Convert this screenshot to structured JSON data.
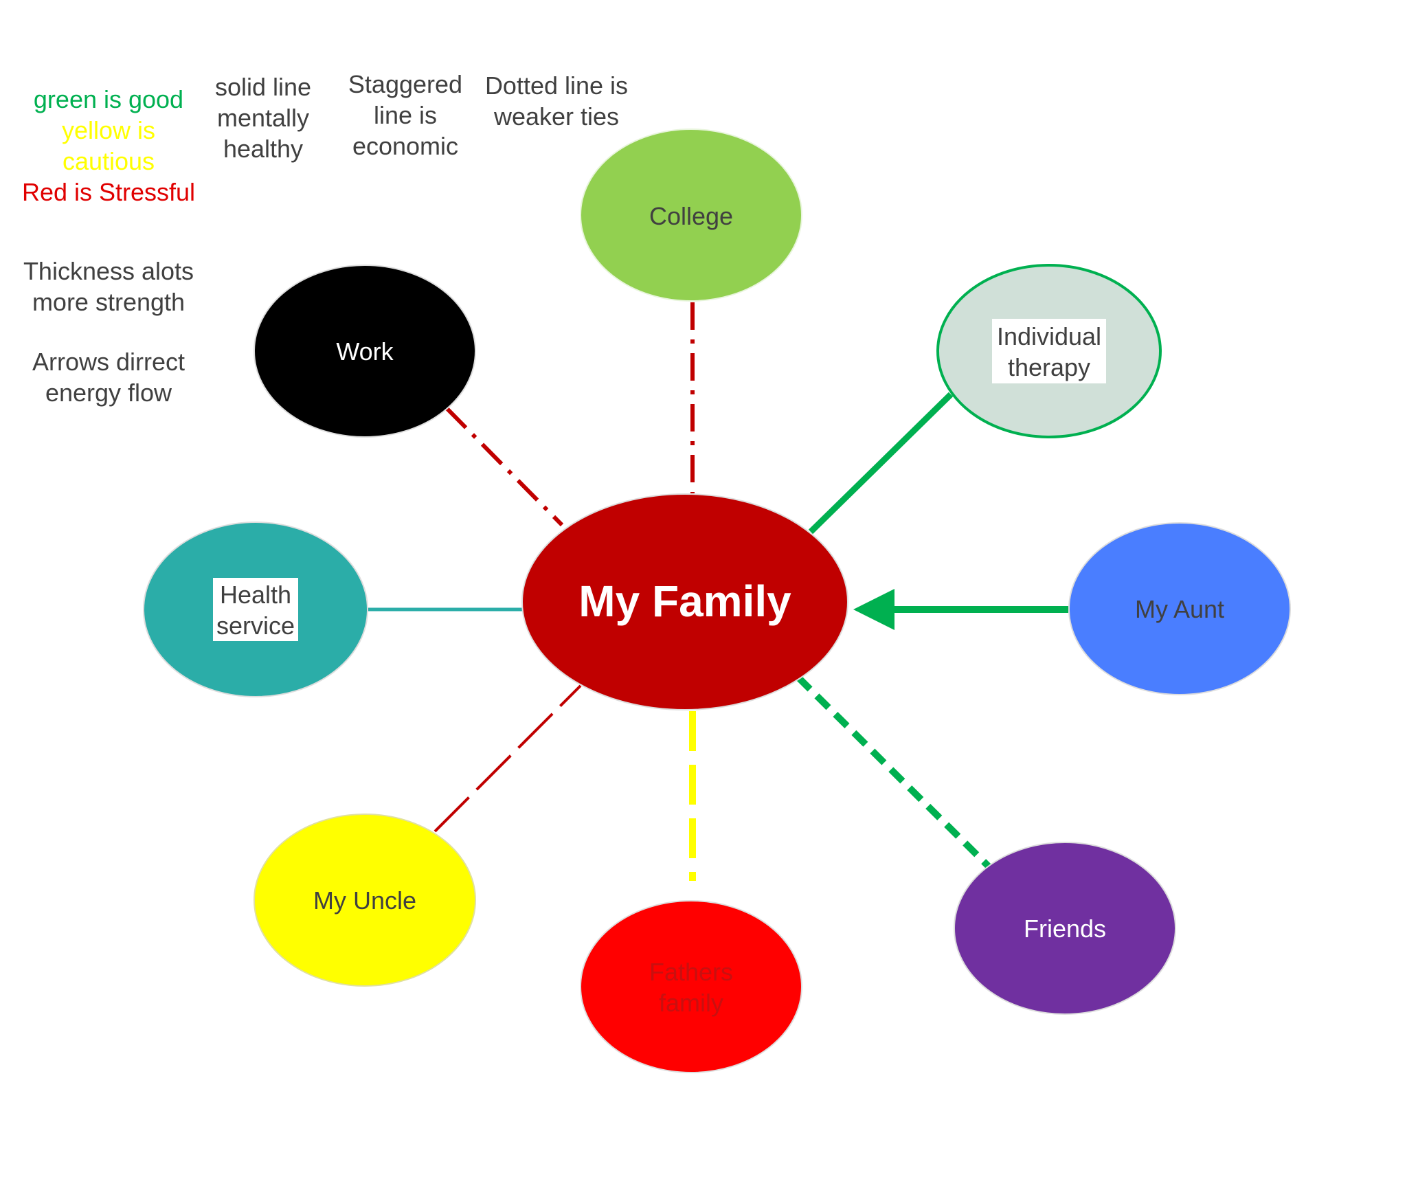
{
  "legend": {
    "colors": {
      "good": "green is good",
      "cautious_1": "yellow is",
      "cautious_2": "cautious",
      "stress": "Red is Stressful"
    },
    "solid": [
      "solid line",
      "mentally",
      "healthy"
    ],
    "staggered": [
      "Staggered",
      "line is",
      "economic"
    ],
    "dotted": [
      "Dotted line is",
      "weaker ties"
    ],
    "thickness": [
      "Thickness alots",
      "more strength"
    ],
    "arrows": [
      "Arrows dirrect",
      "energy flow"
    ]
  },
  "center": {
    "label": "My Family",
    "color": "#c00000"
  },
  "nodes": {
    "college": {
      "lines": [
        "College"
      ],
      "fill": "#92d050"
    },
    "work": {
      "lines": [
        "Work"
      ],
      "fill": "#000000"
    },
    "therapy": {
      "lines": [
        "Individual",
        "therapy"
      ],
      "fill": "#d0e0d8",
      "stroke": "#00b050"
    },
    "health": {
      "lines": [
        "Health",
        "service"
      ],
      "fill": "#2bada8"
    },
    "aunt": {
      "lines": [
        "My Aunt"
      ],
      "fill": "#4a7eff"
    },
    "uncle": {
      "lines": [
        "My Uncle"
      ],
      "fill": "#ffff00"
    },
    "fathers": {
      "lines": [
        "Fathers",
        "family"
      ],
      "fill": "#ff0000"
    },
    "friends": {
      "lines": [
        "Friends"
      ],
      "fill": "#7030a0"
    }
  },
  "ties": {
    "college": {
      "style": "staggered",
      "color": "#c00000"
    },
    "work": {
      "style": "staggered",
      "color": "#c00000"
    },
    "therapy": {
      "style": "solid-thick",
      "color": "#00b050"
    },
    "health": {
      "style": "solid",
      "color": "#2bada8"
    },
    "aunt": {
      "style": "solid-thick-arrow",
      "color": "#00b050",
      "arrow": "toward-center"
    },
    "uncle": {
      "style": "staggered",
      "color": "#c00000"
    },
    "fathers": {
      "style": "dashed-thick",
      "color": "#ffff00"
    },
    "friends": {
      "style": "dotted-thick",
      "color": "#00b050"
    }
  }
}
